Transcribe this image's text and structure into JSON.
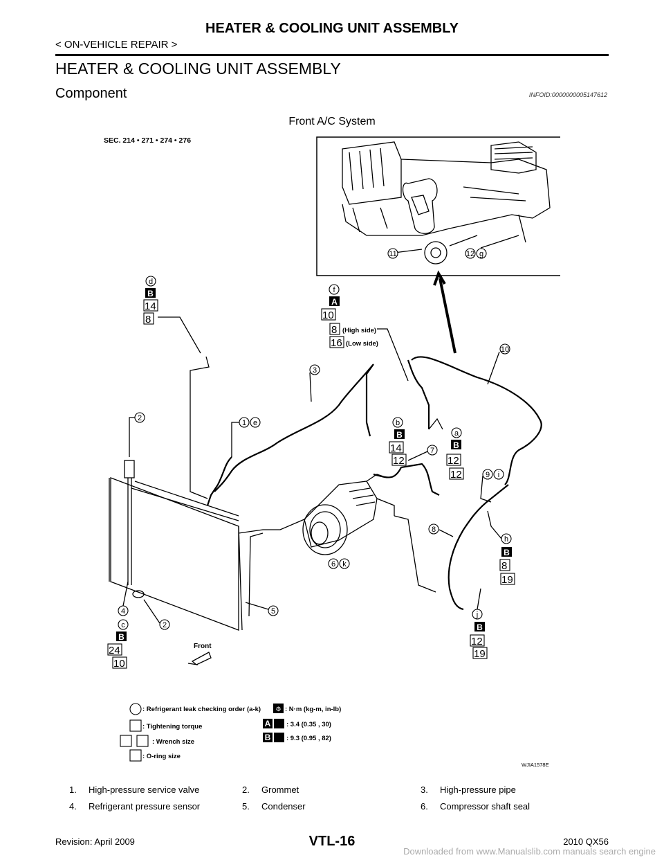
{
  "header": {
    "title": "HEATER & COOLING UNIT ASSEMBLY",
    "subtitle": "< ON-VEHICLE REPAIR >"
  },
  "section": {
    "title": "HEATER & COOLING UNIT ASSEMBLY",
    "component_title": "Component",
    "infoid": "INFOID:0000000005147612"
  },
  "figure": {
    "caption": "Front A/C System",
    "sec_label": "SEC. 214 • 271 • 274 • 276",
    "front_label": "Front",
    "figure_id": "WJIA1578E",
    "legend": {
      "leak_order": ": Refrigerant leak checking order (a-k)",
      "torque": ": Tightening torque",
      "wrench": ": Wrench size",
      "oring": ": O-ring size",
      "units": ": N·m (kg-m, in-lb)",
      "torque_a": ": 3.4 (0.35 , 30)",
      "torque_b": ": 9.3 (0.95 , 82)",
      "letter_a": "A",
      "letter_b": "B"
    },
    "callouts": {
      "d": "d",
      "f": "f",
      "b": "b",
      "a": "a",
      "i": "i",
      "h": "h",
      "c": "c",
      "j": "j",
      "e": "e",
      "g": "g",
      "k": "k",
      "n1": "1",
      "n2": "2",
      "n3": "3",
      "n4": "4",
      "n5": "5",
      "n6": "6",
      "n7": "7",
      "n8": "8",
      "n9": "9",
      "n10": "10",
      "n11": "11",
      "n12": "12",
      "high_side": "(High side)",
      "low_side": "(Low side)",
      "box_A": "A",
      "box_B": "B",
      "v10": "10",
      "v14": "14",
      "v8": "8",
      "v16": "16",
      "v12": "12",
      "v19": "19",
      "v24": "24"
    }
  },
  "parts": [
    {
      "num": "1.",
      "name": "High-pressure service valve"
    },
    {
      "num": "2.",
      "name": "Grommet"
    },
    {
      "num": "3.",
      "name": "High-pressure pipe"
    },
    {
      "num": "4.",
      "name": "Refrigerant pressure sensor"
    },
    {
      "num": "5.",
      "name": "Condenser"
    },
    {
      "num": "6.",
      "name": "Compressor shaft seal"
    }
  ],
  "footer": {
    "revision": "Revision: April 2009",
    "page": "VTL-16",
    "model": "2010 QX56",
    "watermark": "Downloaded from www.Manualslib.com manuals search engine"
  }
}
